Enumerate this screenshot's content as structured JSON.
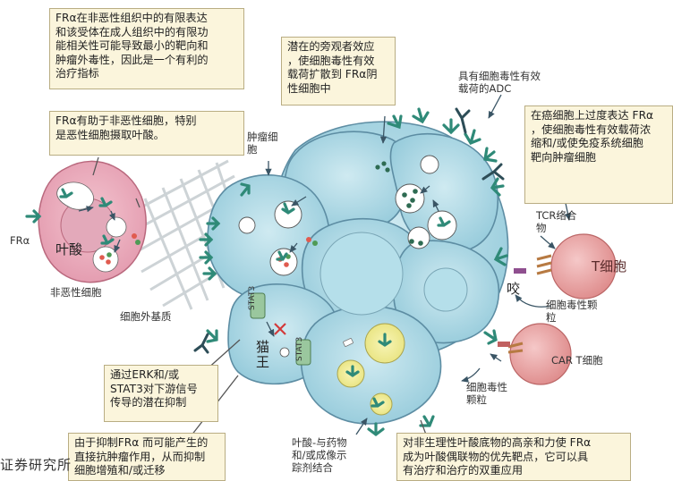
{
  "boxes": {
    "box_expression": "FRα在非恶性组织中的有限表达\n和该受体在成人组织中的有限功\n能相关性可能导致最小的靶向和\n肿瘤外毒性，因此是一个有利的\n治疗指标",
    "box_folate_uptake": "FRα有助于非恶性细胞，特别\n是恶性细胞摄取叶酸。",
    "box_bystander": "潜在的旁观者效应\n，使细胞毒性有效\n载荷扩散到 FRα阴\n性细胞中",
    "box_overexpression": "在癌细胞上过度表达 FRα\n，使细胞毒性有效载荷浓\n缩和/或使免疫系统细胞\n靶向肿瘤细胞",
    "box_erk_stat3": "通过ERK和/或\nSTAT3对下游信号\n传导的潜在抑制",
    "box_antiproliferation": "由于抑制FRα 而可能产生的\n直接抗肿瘤作用，从而抑制\n细胞增殖和/或迁移",
    "box_affinity": "对非生理性叶酸底物的高亲和力使 FRα\n成为叶酸偶联物的优先靶点，它可以具\n有治疗和治疗的双重应用"
  },
  "labels": {
    "fra": "FRα",
    "folate": "叶酸",
    "nonmalignant_cell": "非恶性细胞",
    "tumor_cell": "肿瘤细\n胞",
    "ecm": "细胞外基质",
    "adc": "具有细胞毒性有效\n载荷的ADC",
    "tcr": "TCR络合\n物",
    "t_cell": "T细胞",
    "bite": "咬",
    "cytotoxic_granules_t": "细胞毒性颗\n粒",
    "car_t": "CAR T细胞",
    "cytotoxic_granules_car": "细胞毒性\n颗粒",
    "stat3_a": "STAT3",
    "stat3_b": "STAT3",
    "cat_king": "猫\n王",
    "folate_drug": "叶酸-与药物\n和/或成像示\n踪剂结合",
    "watermark": "证券研究所"
  },
  "colors": {
    "tumor_fill": "#a9d9e6",
    "tumor_stroke": "#5d8da3",
    "box_fill": "#fbf5dc",
    "nonmalignant_fill": "#e9a6b6",
    "t_cell_fill": "#eaa1a1",
    "receptor": "#2f8a78",
    "stat3": "#9ac79e"
  }
}
